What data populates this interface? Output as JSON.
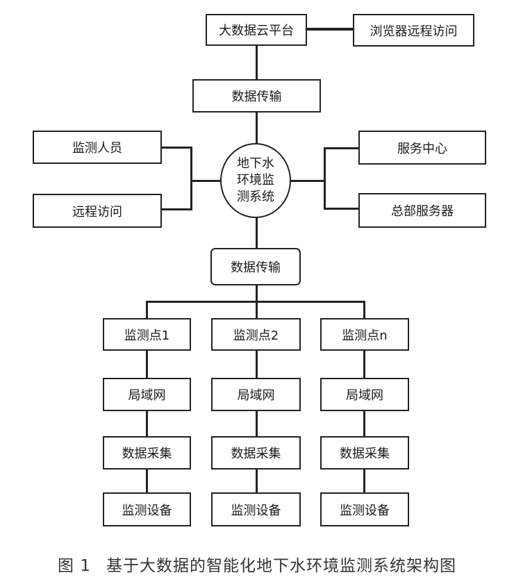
{
  "figure": {
    "caption_number": "图 1",
    "caption_title": "基于大数据的智能化地下水环境监测系统架构图"
  },
  "nodes": {
    "cloud_platform": "大数据云平台",
    "browser_remote": "浏览器远程访问",
    "data_transfer_top": "数据传输",
    "monitor_staff": "监测人员",
    "remote_access": "远程访问",
    "hub_lines": [
      "地下水",
      "环境监",
      "测系统"
    ],
    "service_center": "服务中心",
    "hq_server": "总部服务器",
    "data_transfer_bottom": "数据传输"
  },
  "columns": [
    {
      "point": "监测点1",
      "lan": "局域网",
      "acquisition": "数据采集",
      "device": "监测设备"
    },
    {
      "point": "监测点2",
      "lan": "局域网",
      "acquisition": "数据采集",
      "device": "监测设备"
    },
    {
      "point": "监测点n",
      "lan": "局域网",
      "acquisition": "数据采集",
      "device": "监测设备"
    }
  ]
}
